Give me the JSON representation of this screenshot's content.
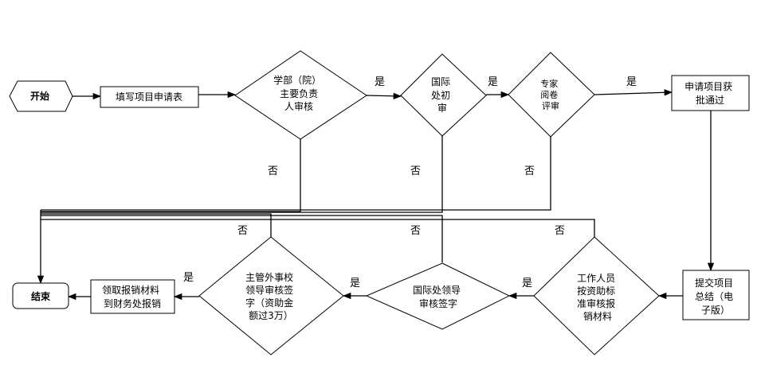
{
  "nodes": {
    "start": [
      "开始"
    ],
    "fill_form": [
      "填写项目申请表"
    ],
    "dept_review": [
      "学部（院）",
      "主要负责",
      "人审核"
    ],
    "intl_initial": [
      "国际",
      "处初",
      "审"
    ],
    "expert_review": [
      "专家",
      "阅卷",
      "评审"
    ],
    "approved": [
      "申请项目获",
      "批通过"
    ],
    "submit_summary": [
      "提交项目",
      "总结（电",
      "子版）"
    ],
    "staff_check": [
      "工作人员",
      "按资助标",
      "准审核报",
      "销材料"
    ],
    "intl_leader": [
      "国际处领导",
      "审核签字"
    ],
    "foreign_affairs": [
      "主管外事校",
      "领导审核签",
      "字（资助金",
      "额过3万）"
    ],
    "reimburse": [
      "领取报销材料",
      "到财务处报销"
    ],
    "end": [
      "结束"
    ]
  },
  "edge_labels": {
    "yes": "是",
    "no": "否"
  }
}
